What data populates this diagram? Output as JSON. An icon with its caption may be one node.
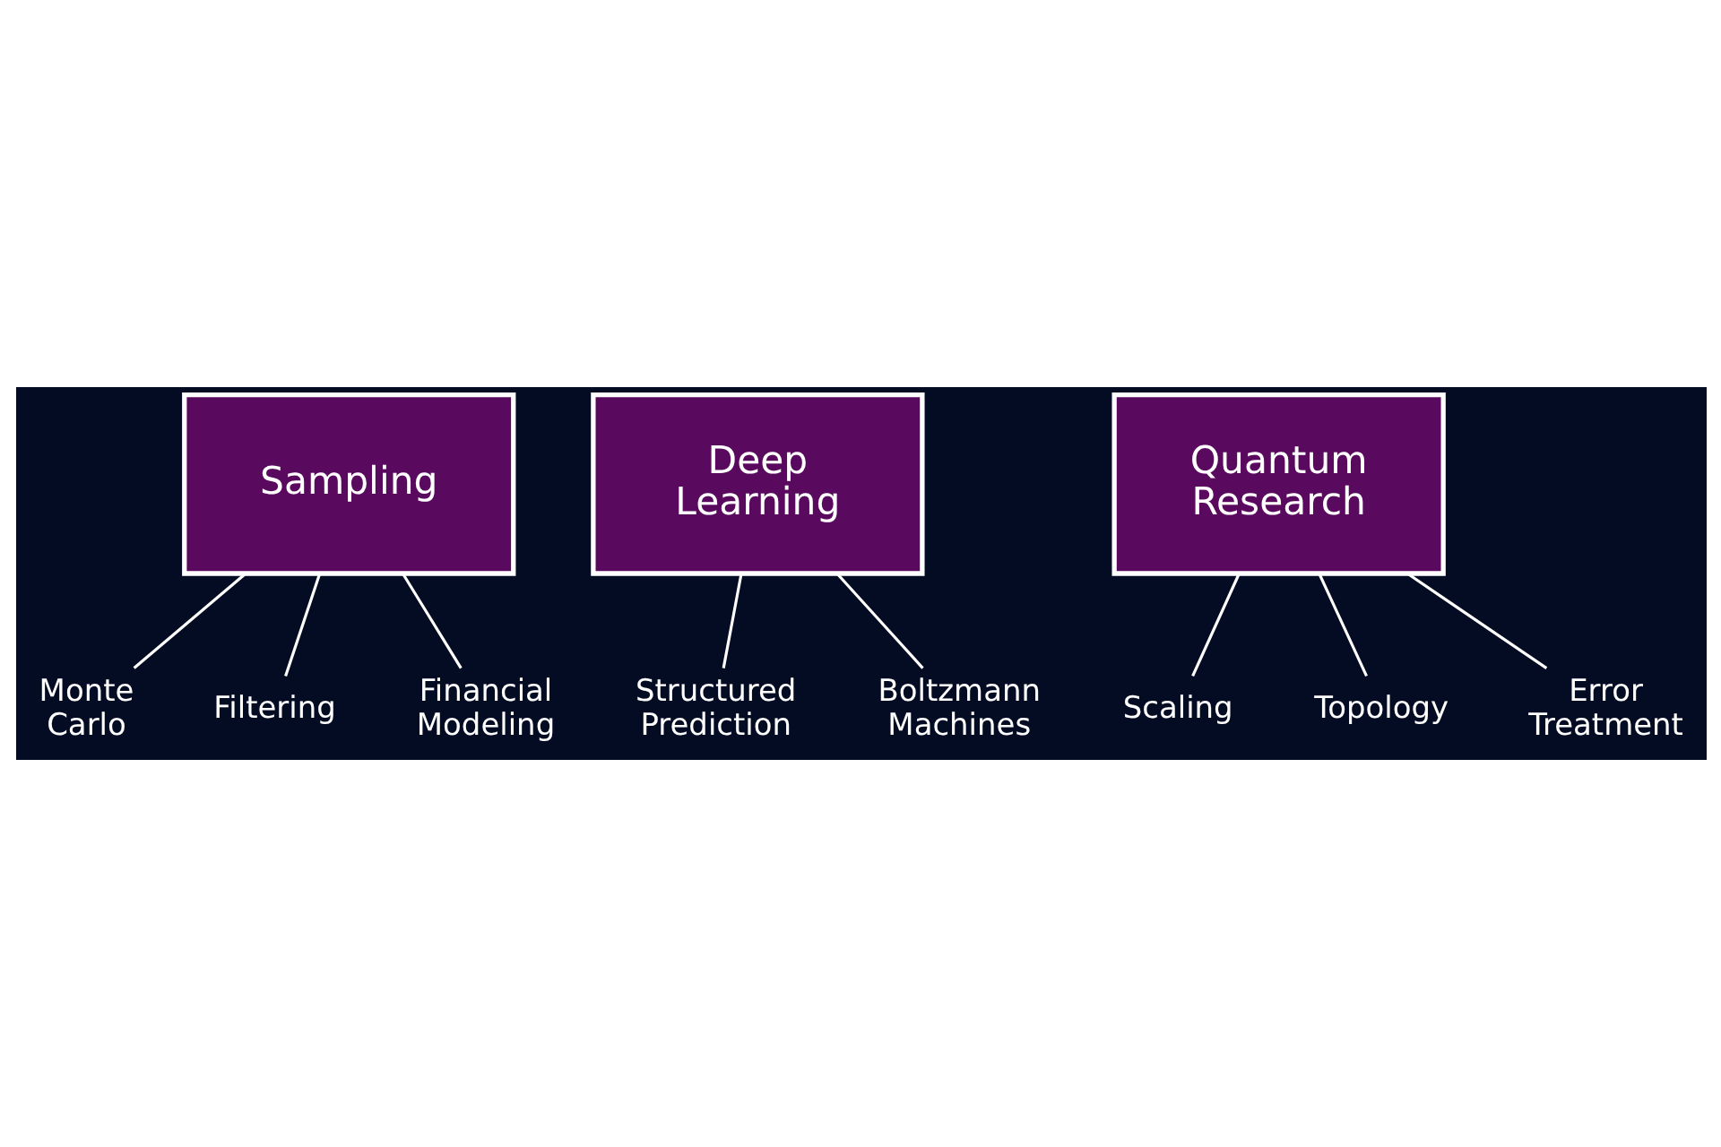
{
  "diagram": {
    "nodes": [
      {
        "text": [
          "Sampling"
        ]
      },
      {
        "text": [
          "Deep Learning"
        ]
      },
      {
        "text": [
          "Quantum Research"
        ]
      },
      {
        "text": [
          "Monte Carlo"
        ]
      },
      {
        "text": [
          "Filtering"
        ]
      },
      {
        "text": [
          "Financial Modeling"
        ]
      },
      {
        "text": [
          "Structured Prediction"
        ]
      },
      {
        "text": [
          "Boltzmann Machines"
        ]
      },
      {
        "text": [
          "Scaling"
        ]
      },
      {
        "text": [
          "Topology"
        ]
      },
      {
        "text": [
          "Error Treatment"
        ]
      }
    ],
    "edges": [
      {
        "from": 0,
        "to": 3,
        "arrow": "none"
      },
      {
        "from": 0,
        "to": 4,
        "arrow": "none"
      },
      {
        "from": 0,
        "to": 5,
        "arrow": "none"
      },
      {
        "from": 1,
        "to": 6,
        "arrow": "none"
      },
      {
        "from": 1,
        "to": 7,
        "arrow": "none"
      },
      {
        "from": 2,
        "to": 8,
        "arrow": "none"
      },
      {
        "from": 2,
        "to": 9,
        "arrow": "none"
      },
      {
        "from": 2,
        "to": 10,
        "arrow": "none"
      }
    ]
  }
}
